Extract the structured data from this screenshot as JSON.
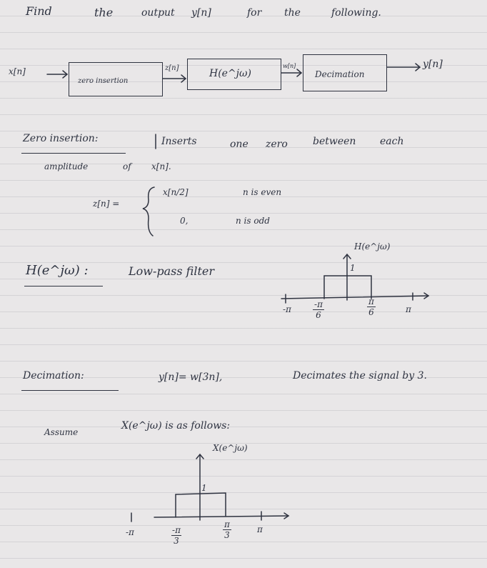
{
  "header": {
    "find": "Find",
    "the": "the",
    "output": "output",
    "yn": "y[n]",
    "for": "for",
    "the2": "the",
    "following": "following."
  },
  "block_diagram": {
    "input": "x[n]",
    "block1": "zero insertion",
    "sig1": "z[n]",
    "block2": "H(e^jω)",
    "sig2": "w[n]",
    "block3": "Decimation",
    "output": "y[n]"
  },
  "zero_insertion": {
    "title": "Zero insertion:",
    "text1": "Inserts",
    "text2": "one",
    "text3": "zero",
    "text4": "between",
    "text5": "each",
    "text6": "amplitude",
    "text7": "of",
    "text8": "x[n].",
    "lhs": "z[n] =",
    "case1_val": "x[n/2]",
    "case1_cond": "n is even",
    "case2_val": "0,",
    "case2_cond": "n is odd"
  },
  "filter": {
    "title": "H(e^jω) :",
    "desc": "Low-pass filter",
    "graph_title": "H(e^jω)",
    "amp": "1",
    "tick_neg_pi": "-π",
    "tick_neg_num": "-π",
    "tick_den": "6",
    "tick_pos_num": "π",
    "tick_pos_den": "6",
    "tick_pi": "π"
  },
  "decimation": {
    "title": "Decimation:",
    "eq": "y[n]= w[3n],",
    "desc": "Decimates the signal by 3."
  },
  "assume": {
    "word": "Assume",
    "expr": "X(e^jω) is as follows:",
    "graph_title": "X(e^jω)",
    "amp": "1",
    "tick_neg_pi": "-π",
    "tick_neg_num": "-π",
    "tick_neg_den": "3",
    "tick_pos_num": "π",
    "tick_pos_den": "3",
    "tick_pi": "π"
  }
}
